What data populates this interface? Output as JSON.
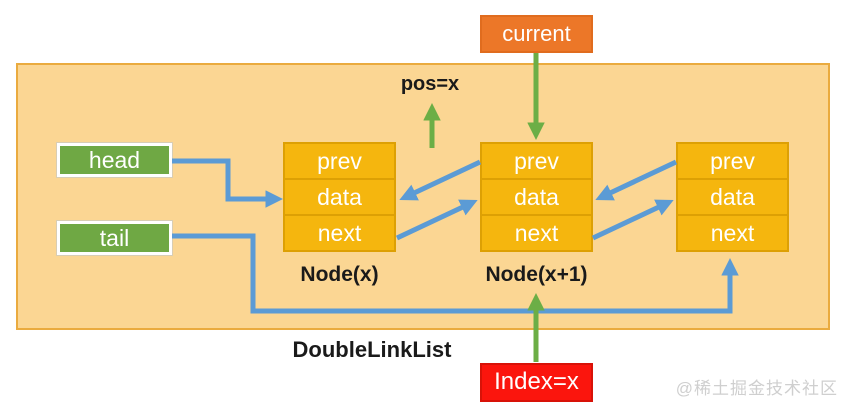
{
  "diagram": {
    "caption": "DoubleLinkList",
    "watermark": "@稀土掘金技术社区",
    "head_label": "head",
    "tail_label": "tail",
    "current_label": "current",
    "pos_label": "pos=x",
    "index_label": "Index=x",
    "nodes": [
      {
        "name": "Node(x)",
        "fields": [
          "prev",
          "data",
          "next"
        ]
      },
      {
        "name": "Node(x+1)",
        "fields": [
          "prev",
          "data",
          "next"
        ]
      },
      {
        "name": "",
        "fields": [
          "prev",
          "data",
          "next"
        ]
      }
    ]
  },
  "colors": {
    "canvas-bg": "#FBD693",
    "canvas-border": "#EAAB3F",
    "cell-fill": "#F5B60E",
    "cell-border": "#DDA004",
    "pointer-green": "#6FA844",
    "current-orange": "#EC7728",
    "current-border": "#E06C1E",
    "index-red": "#FB150D",
    "index-border": "#D81208",
    "arrow-blue": "#5B9BD5",
    "arrow-green": "#6CAE46",
    "label-black": "#1A1A1A",
    "watermark-gray": "#CFCFCF"
  }
}
